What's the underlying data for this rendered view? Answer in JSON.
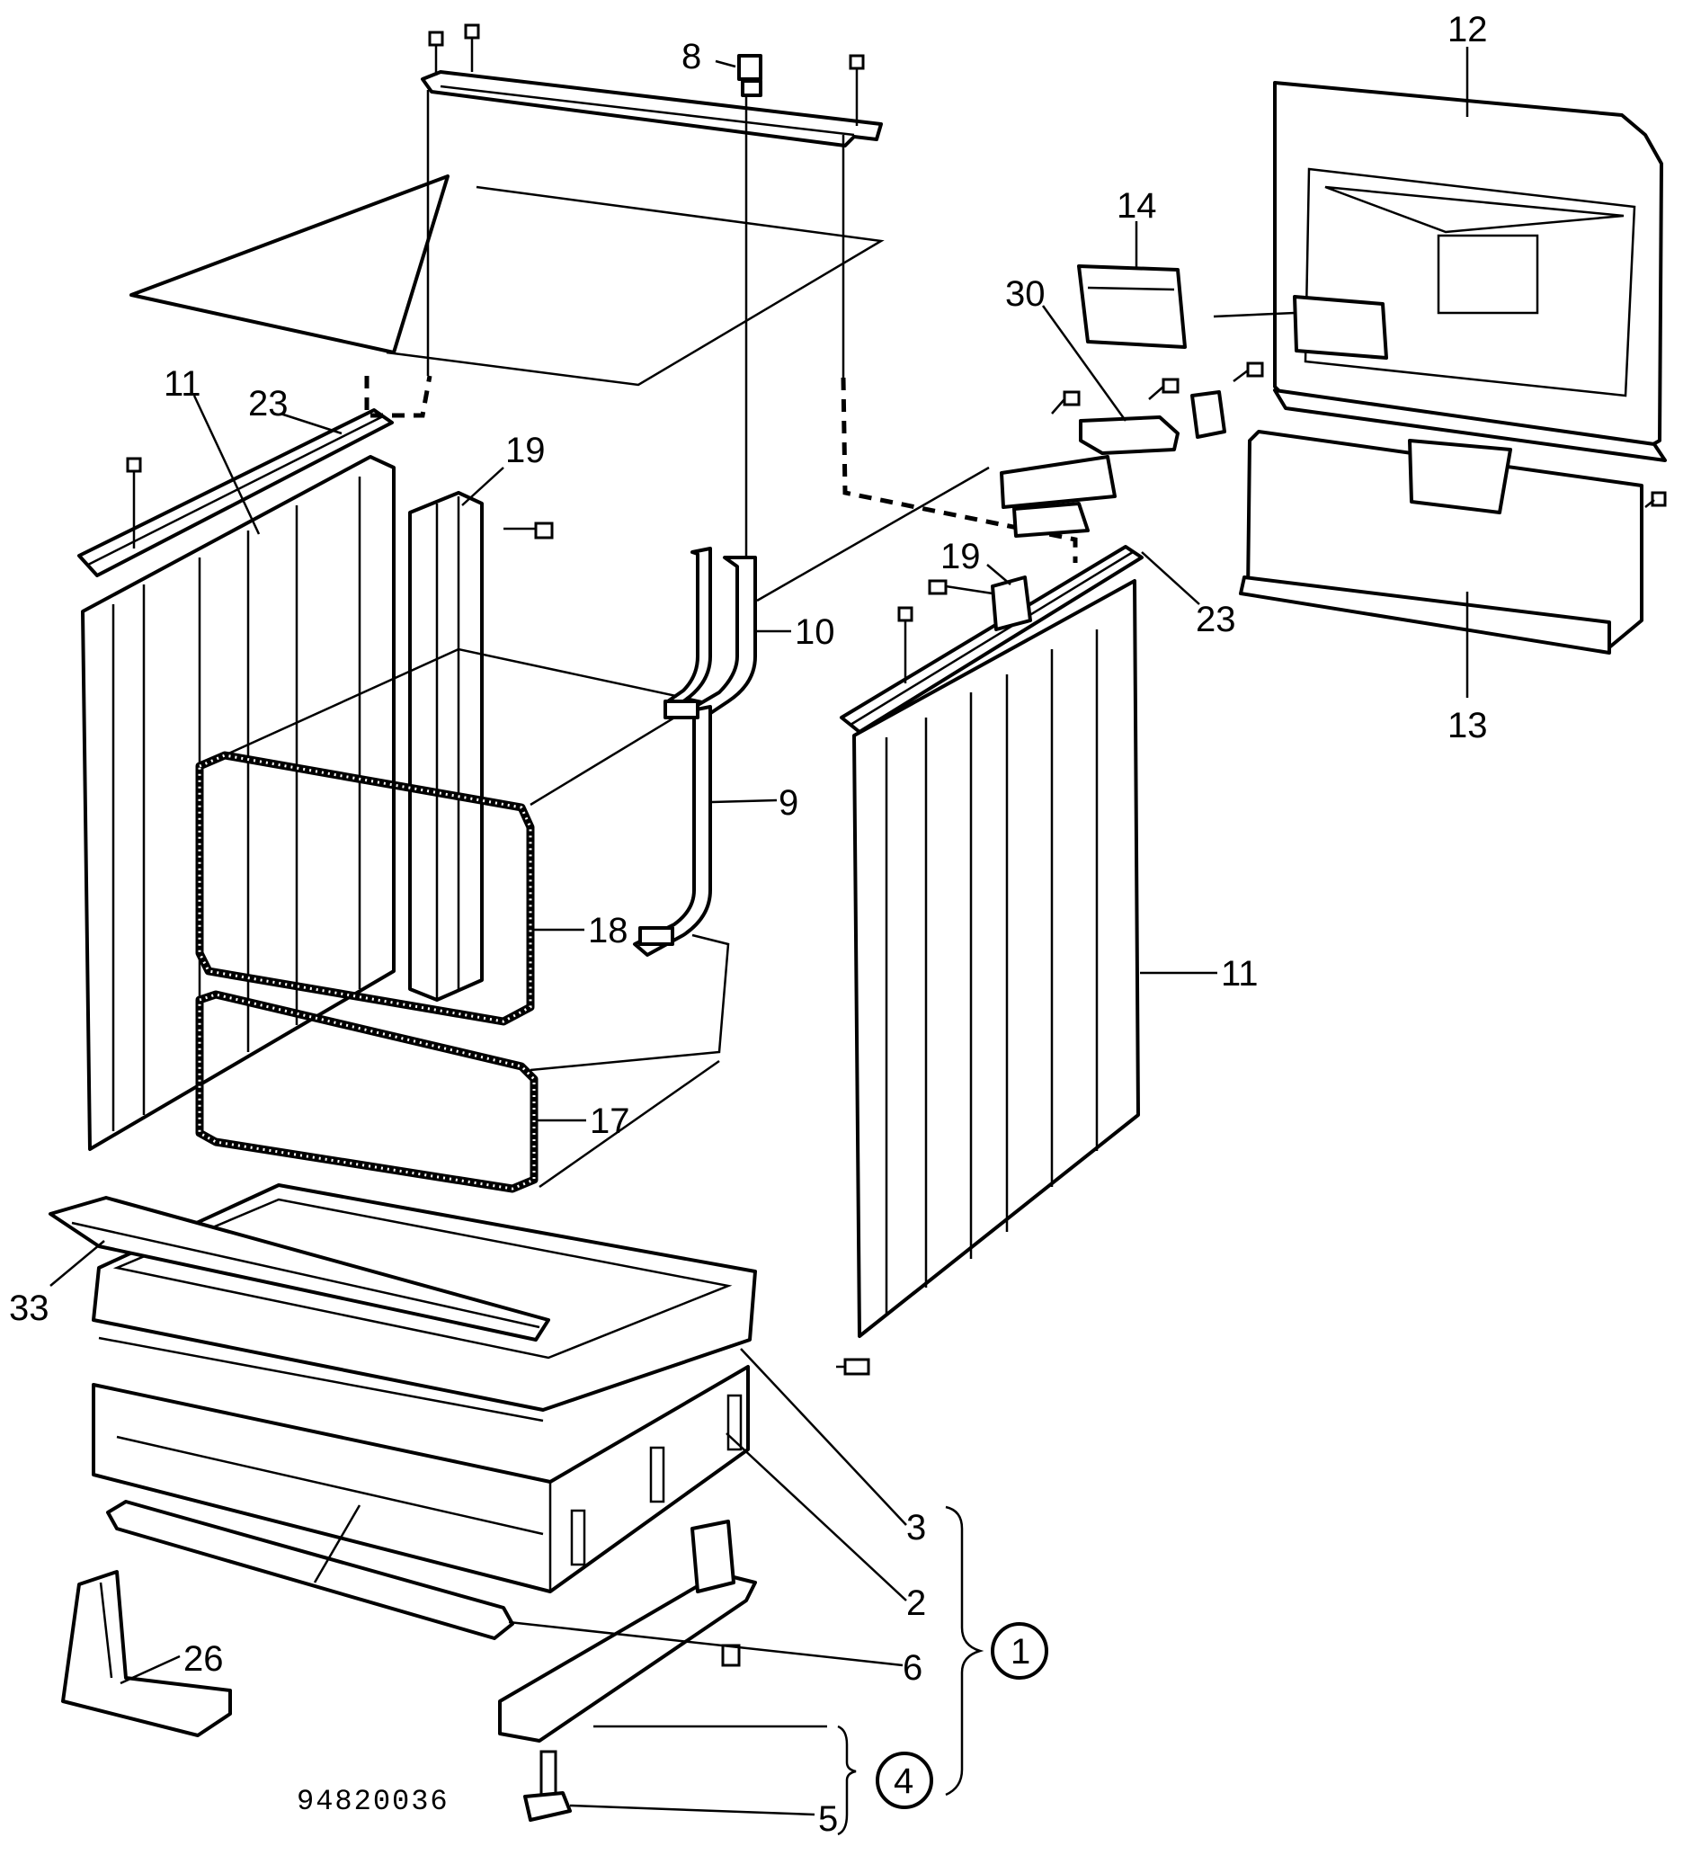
{
  "catalog_number": "94820036",
  "callouts": {
    "c1": "1",
    "c2": "2",
    "c3": "3",
    "c4": "4",
    "c5": "5",
    "c6": "6",
    "c8": "8",
    "c9": "9",
    "c10": "10",
    "c11_left": "11",
    "c11_right": "11",
    "c12": "12",
    "c13": "13",
    "c14": "14",
    "c17": "17",
    "c18": "18",
    "c19_left": "19",
    "c19_right": "19",
    "c23_left": "23",
    "c23_right": "23",
    "c26": "26",
    "c30": "30",
    "c33": "33"
  },
  "assembly_groups": [
    "1",
    "4"
  ]
}
